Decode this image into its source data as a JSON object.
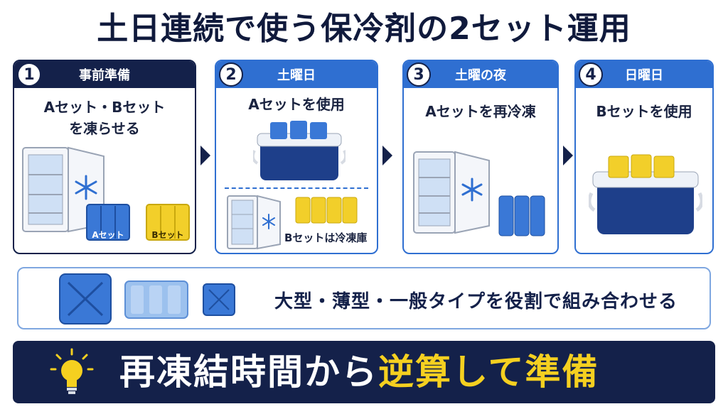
{
  "title": "土日連続で使う保冷剤の2セット運用",
  "steps": [
    {
      "num": "1",
      "title": "事前準備",
      "text": "Aセット・Bセットを凍らせる",
      "label_a": "Aセット",
      "label_b": "Bセット"
    },
    {
      "num": "2",
      "title": "土曜日",
      "text": "Aセットを使用",
      "caption": "Bセットは冷凍庫"
    },
    {
      "num": "3",
      "title": "土曜の夜",
      "text": "Aセットを再冷凍"
    },
    {
      "num": "4",
      "title": "日曜日",
      "text": "Bセットを使用"
    }
  ],
  "info": {
    "text": "大型・薄型・一般タイプを役割で組み合わせる"
  },
  "banner": {
    "white": "再凍結時間から",
    "yellow": "逆算して準備"
  },
  "colors": {
    "navy": "#14214a",
    "blue": "#2f6fd1",
    "yellow": "#f5d020",
    "pack_blue": "#3a78d6",
    "pack_yellow": "#f2cf2a"
  },
  "icons": [
    "freezer-icon",
    "snowflake-icon",
    "cooler-icon",
    "ice-pack-icon",
    "lightbulb-icon"
  ]
}
